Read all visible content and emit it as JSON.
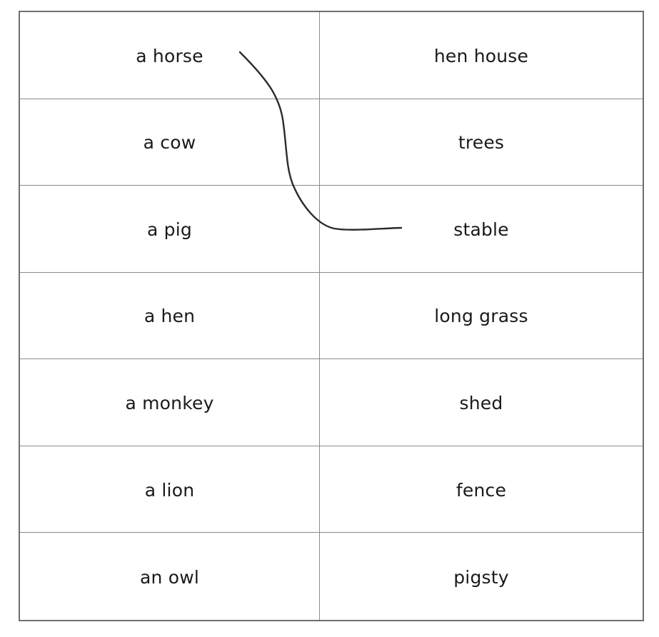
{
  "worksheet": {
    "rows": [
      {
        "animal": "a horse",
        "home": "hen house"
      },
      {
        "animal": "a cow",
        "home": "trees"
      },
      {
        "animal": "a pig",
        "home": "stable"
      },
      {
        "animal": "a hen",
        "home": "long grass"
      },
      {
        "animal": "a monkey",
        "home": "shed"
      },
      {
        "animal": "a lion",
        "home": "fence"
      },
      {
        "animal": "an owl",
        "home": "pigsty"
      }
    ],
    "drawn_match": {
      "from_animal": "a horse",
      "to_home": "stable",
      "line_color": "#2b2b2b"
    }
  }
}
